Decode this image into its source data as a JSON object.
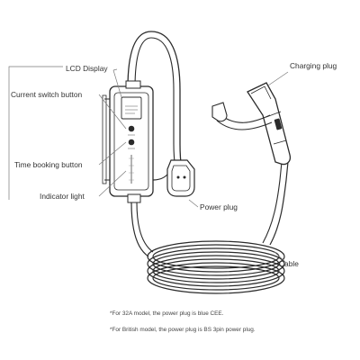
{
  "labels": {
    "lcd_display": "LCD Display",
    "current_switch_button": "Current switch button",
    "time_booking_button": "Time booking button",
    "indicator_light": "Indicator light",
    "charging_plug": "Charging plug",
    "power_plug": "Power plug",
    "cable": "Cable"
  },
  "notes": {
    "note_32a": "*For 32A model, the power plug is blue CEE.",
    "note_british": "*For British model, the power plug is BS 3pin power plug."
  },
  "colors": {
    "line": "#2b2b2b",
    "box_fill": "#ffffff",
    "leader": "#7a7a7a",
    "text": "#333333"
  }
}
